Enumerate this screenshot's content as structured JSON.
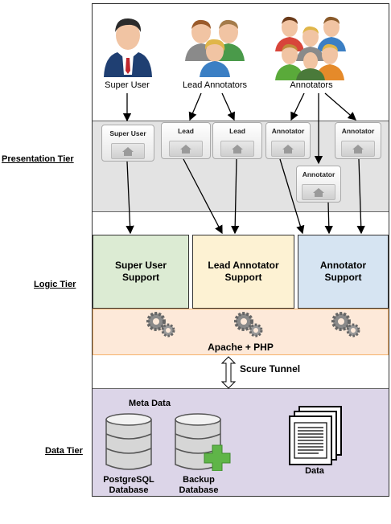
{
  "tiers": {
    "presentation": "Presentation Tier",
    "logic": "Logic Tier",
    "data": "Data Tier"
  },
  "users": {
    "super_user": "Super User",
    "lead_annotators": "Lead Annotators",
    "annotators": "Annotators"
  },
  "roles": {
    "super_user": "Super User",
    "lead_1": "Lead",
    "lead_2": "Lead",
    "annotator_1": "Annotator",
    "annotator_2": "Annotator",
    "annotator_3": "Annotator"
  },
  "support": {
    "super_user_line1": "Super User",
    "super_user_line2": "Support",
    "lead_line1": "Lead Annotator",
    "lead_line2": "Support",
    "annotator_line1": "Annotator",
    "annotator_line2": "Support"
  },
  "server": "Apache + PHP",
  "tunnel": "Scure Tunnel",
  "data_tier": {
    "meta_data": "Meta Data",
    "postgres_line1": "PostgreSQL",
    "postgres_line2": "Database",
    "backup_line1": "Backup",
    "backup_line2": "Database",
    "data": "Data"
  },
  "colors": {
    "presentation_band": "#e3e3e3",
    "super_support": "#dcebd3",
    "lead_support": "#fdf2d3",
    "annotator_support": "#d6e4f2",
    "server_band": "#fde9d9",
    "server_border": "#f6b26b",
    "data_band": "#dcd5e8"
  }
}
